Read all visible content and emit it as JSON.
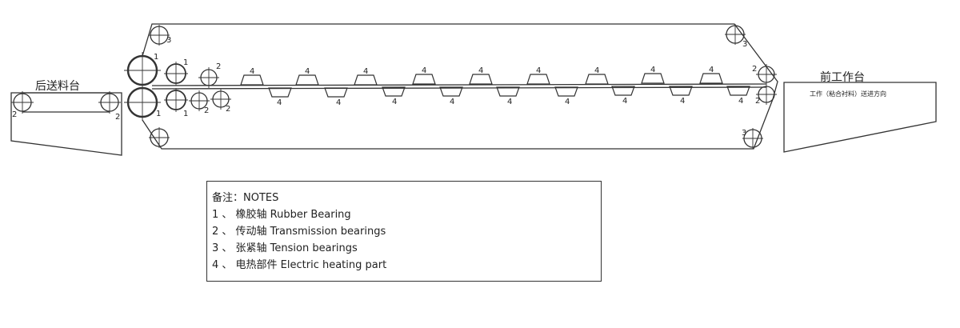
{
  "stations": {
    "rear": "后送料台",
    "front": "前工作台",
    "front_caption": "工作（粘合衬料）送进方向"
  },
  "notes": {
    "title": "备注：NOTES",
    "items": [
      "1 、 橡胶轴 Rubber Bearing",
      "2 、 传动轴 Transmission bearings",
      "3 、 张紧轴 Tension bearings",
      "4 、 电热部件 Electric heating part"
    ]
  },
  "callouts": {
    "rubber": "1",
    "transmission": "2",
    "tension": "3",
    "heater": "4"
  }
}
